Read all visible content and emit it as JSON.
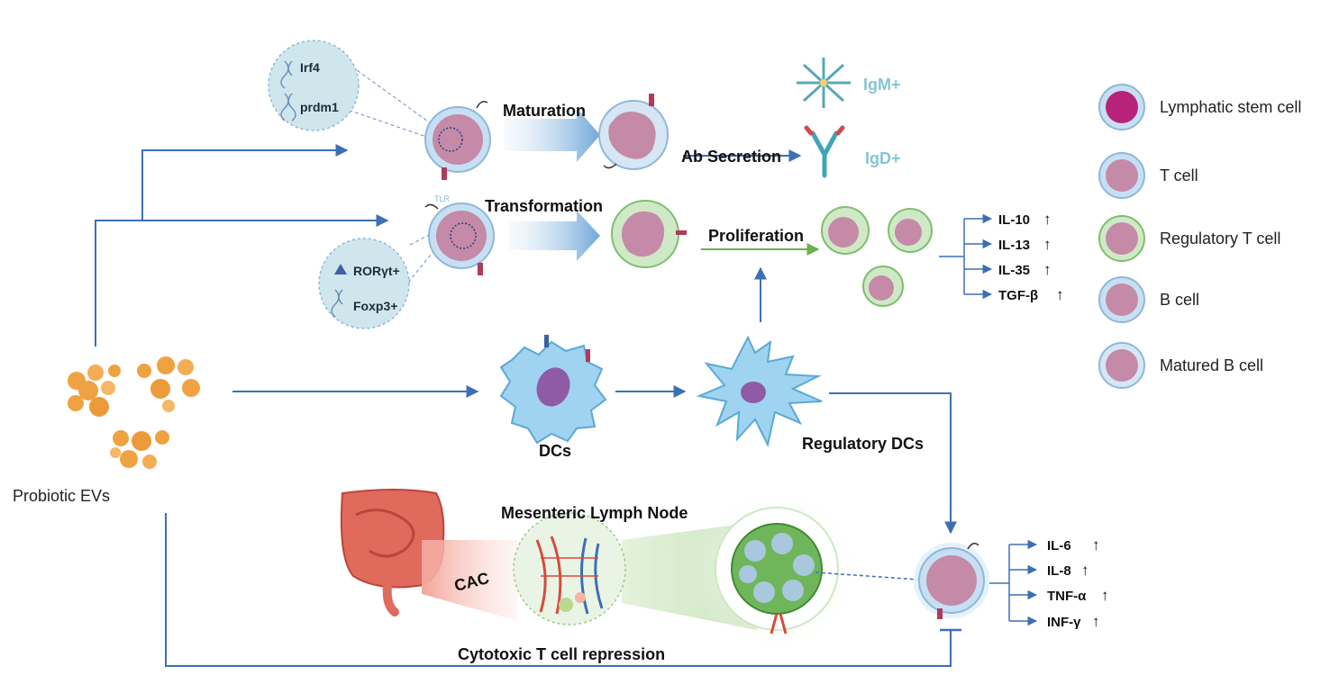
{
  "source_label": "Probiotic EVs",
  "top_branch": {
    "genes": [
      "Irf4",
      "prdm1"
    ],
    "step1": "Maturation",
    "step2": "Ab Secretion",
    "antibodies": [
      "IgM+",
      "IgD+"
    ]
  },
  "middle_branch": {
    "receptor": "TLR",
    "factors": [
      "RORγt+",
      "Foxp3+"
    ],
    "step1": "Transformation",
    "step2": "Proliferation",
    "cytokines": [
      {
        "name": "IL-10",
        "trend": "↑"
      },
      {
        "name": "IL-13",
        "trend": "↑"
      },
      {
        "name": "IL-35",
        "trend": "↑"
      },
      {
        "name": "TGF-β",
        "trend": "↑"
      }
    ]
  },
  "dc_branch": {
    "dc_label": "DCs",
    "regdc_label": "Regulatory DCs"
  },
  "bottom_branch": {
    "node_title": "Mesenteric Lymph Node",
    "disease": "CAC",
    "repression_label": "Cytotoxic T cell repression",
    "cytokines": [
      {
        "name": "IL-6",
        "trend": "↑"
      },
      {
        "name": "IL-8",
        "trend": "↑"
      },
      {
        "name": "TNF-α",
        "trend": "↑"
      },
      {
        "name": "INF-γ",
        "trend": "↑"
      }
    ]
  },
  "legend": [
    {
      "label": "Lymphatic stem cell",
      "membrane": "#c7dff2",
      "body": "#b8237a",
      "rim": "#8fb7da"
    },
    {
      "label": "T cell",
      "membrane": "#c7dff2",
      "body": "#c48aa8",
      "rim": "#8fb7da"
    },
    {
      "label": "Regulatory T cell",
      "membrane": "#cfe9c6",
      "body": "#c48aa8",
      "rim": "#7fbf6f"
    },
    {
      "label": "B cell",
      "membrane": "#c7dff2",
      "body": "#c48aa8",
      "rim": "#8fb7da"
    },
    {
      "label": "Matured B cell",
      "membrane": "#d6e6f4",
      "body": "#c48aa8",
      "rim": "#8fb7da"
    }
  ],
  "colors": {
    "arrow": "#3d6fb6",
    "green_arrow": "#6ab04c",
    "antibody_text": "#86c6cf",
    "circle_fill": "#cfe6ec",
    "orange": "#f0a142"
  }
}
